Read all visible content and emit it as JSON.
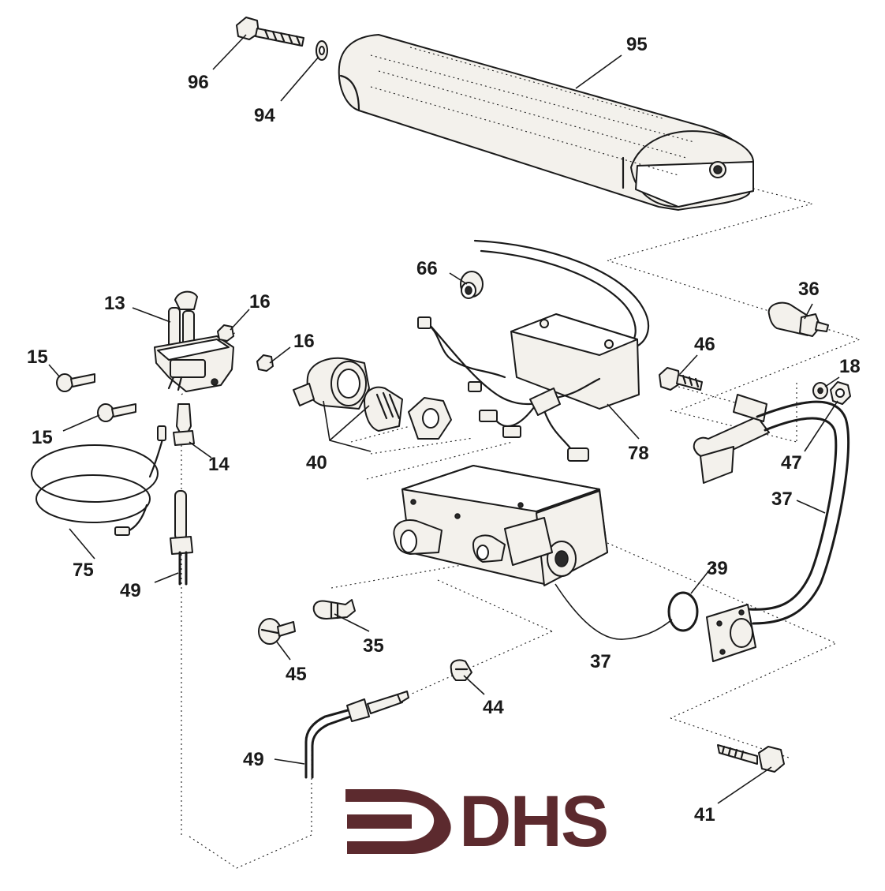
{
  "brand": {
    "name": "DHS",
    "color": "#5c2a2e"
  },
  "callouts": {
    "c96": "96",
    "c94": "94",
    "c95": "95",
    "c66": "66",
    "c13": "13",
    "c16a": "16",
    "c16b": "16",
    "c15a": "15",
    "c15b": "15",
    "c36": "36",
    "c46": "46",
    "c18": "18",
    "c47": "47",
    "c37a": "37",
    "c37b": "37",
    "c78": "78",
    "c40": "40",
    "c14": "14",
    "c75": "75",
    "c49a": "49",
    "c49b": "49",
    "c39": "39",
    "c35": "35",
    "c45": "45",
    "c44": "44",
    "c41": "41"
  }
}
